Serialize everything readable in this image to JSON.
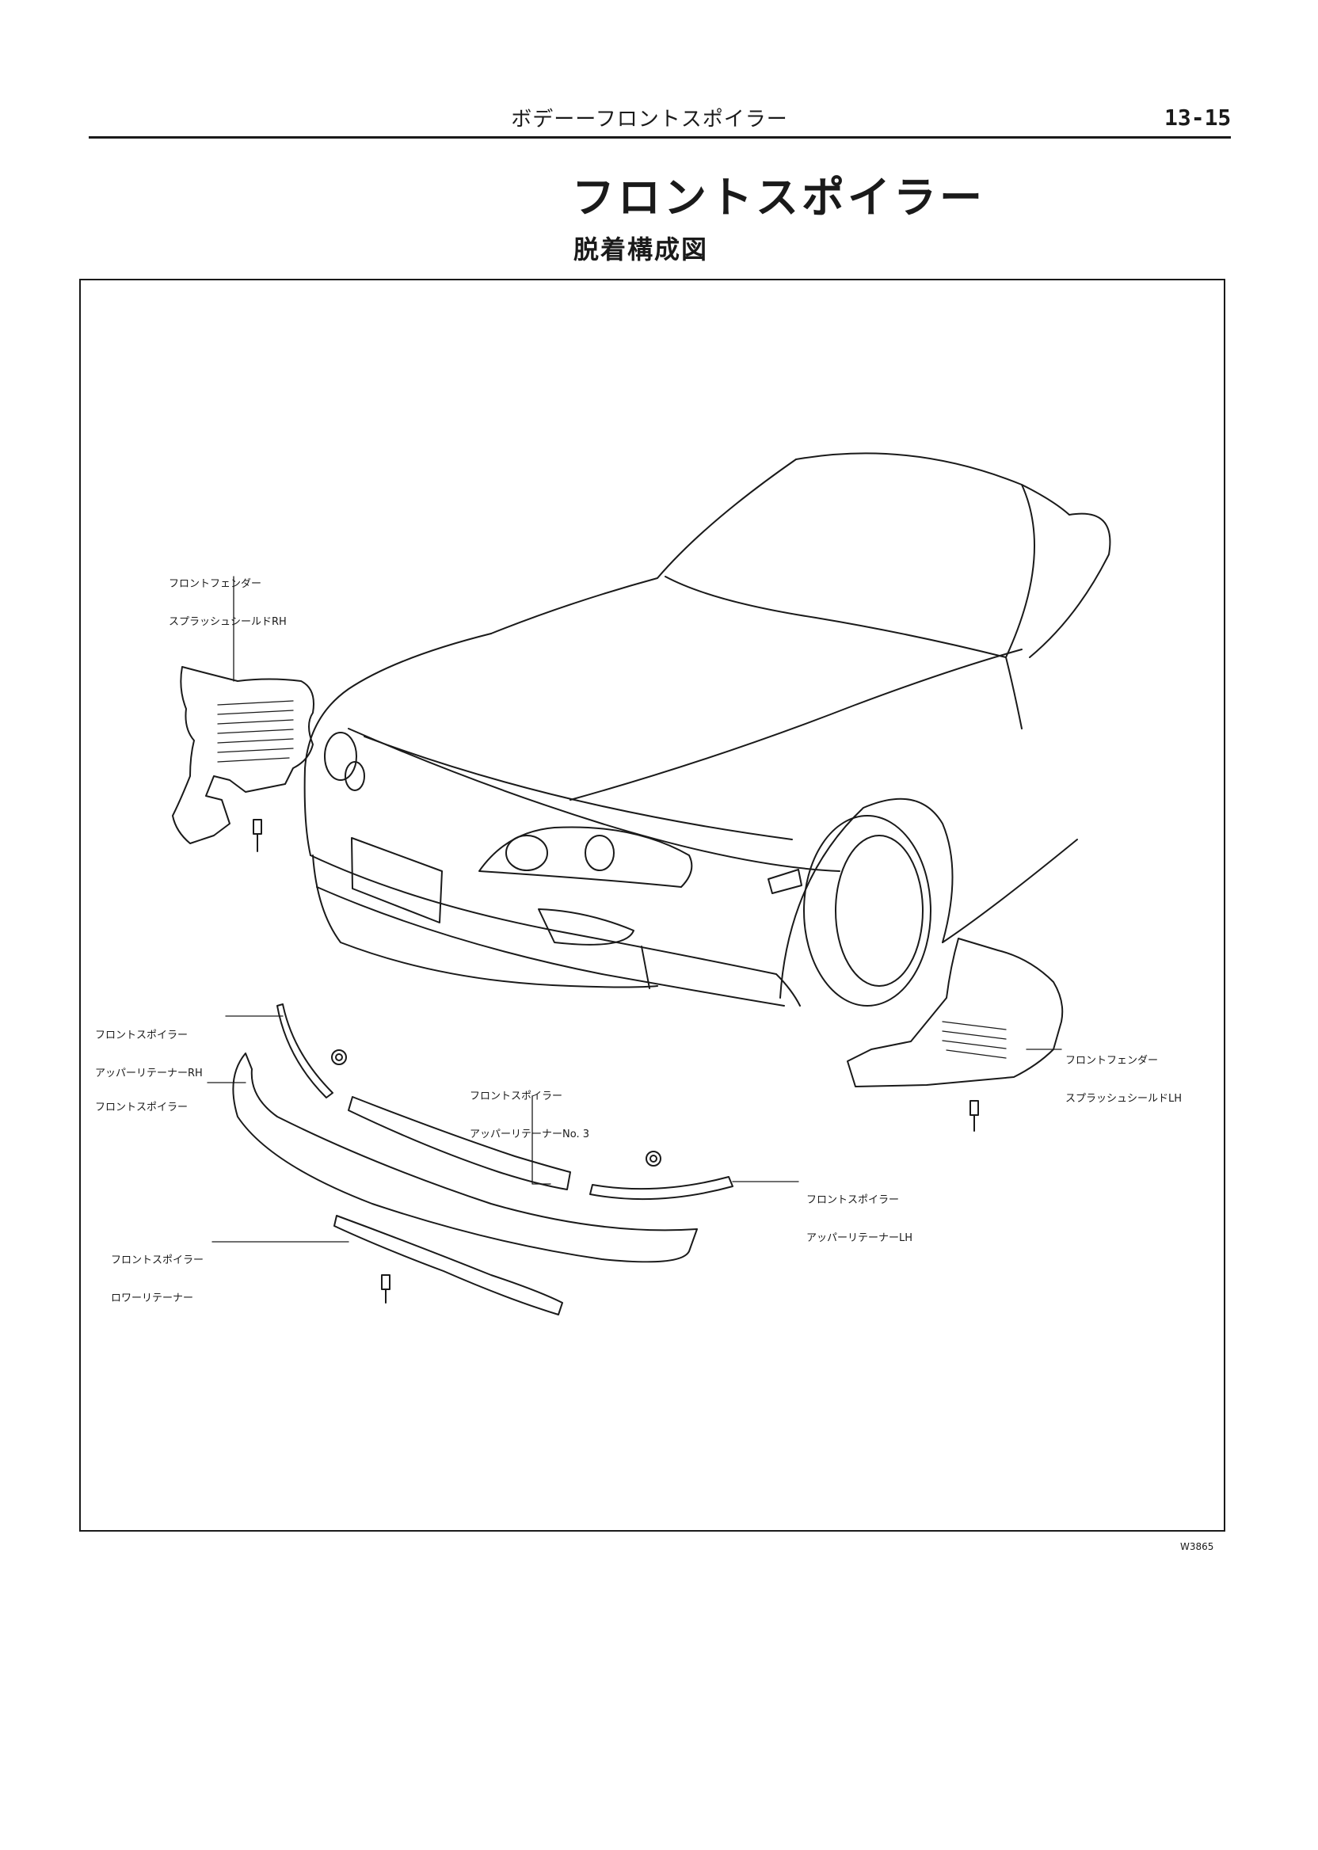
{
  "header": {
    "section_title": "ボデーーフロントスポイラー",
    "page_number": "13-15"
  },
  "title": "フロントスポイラー",
  "subtitle": "脱着構成図",
  "diagram": {
    "callouts": {
      "fender_shield_rh": [
        "フロントフェンダー",
        "スプラッシュシールドRH"
      ],
      "fender_shield_lh": [
        "フロントフェンダー",
        "スプラッシュシールドLH"
      ],
      "upper_retainer_rh": [
        "フロントスポイラー",
        "アッパーリテーナーRH"
      ],
      "front_spoiler": [
        "フロントスポイラー"
      ],
      "upper_retainer_no3": [
        "フロントスポイラー",
        "アッパーリテーナーNo. 3"
      ],
      "upper_retainer_lh": [
        "フロントスポイラー",
        "アッパーリテーナーLH"
      ],
      "lower_retainer": [
        "フロントスポイラー",
        "ロワーリテーナー"
      ]
    },
    "figure_code": "W3865"
  }
}
